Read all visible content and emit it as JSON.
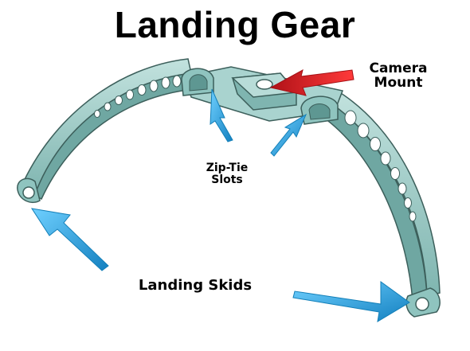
{
  "title": "Landing Gear",
  "labels": {
    "camera_mount": [
      "Camera",
      "Mount"
    ],
    "zip_tie_slots": [
      "Zip-Tie",
      "Slots"
    ],
    "landing_skids": "Landing Skids"
  },
  "colors": {
    "part_fill": "#8fc4bf",
    "part_dark": "#5a918c",
    "part_light": "#b8dcd8",
    "outline": "#3c5f5b",
    "arrow_blue": "#2aa9e6",
    "arrow_blue_dark": "#137fb8",
    "arrow_red": "#e2242a",
    "arrow_red_dark": "#a51015"
  }
}
